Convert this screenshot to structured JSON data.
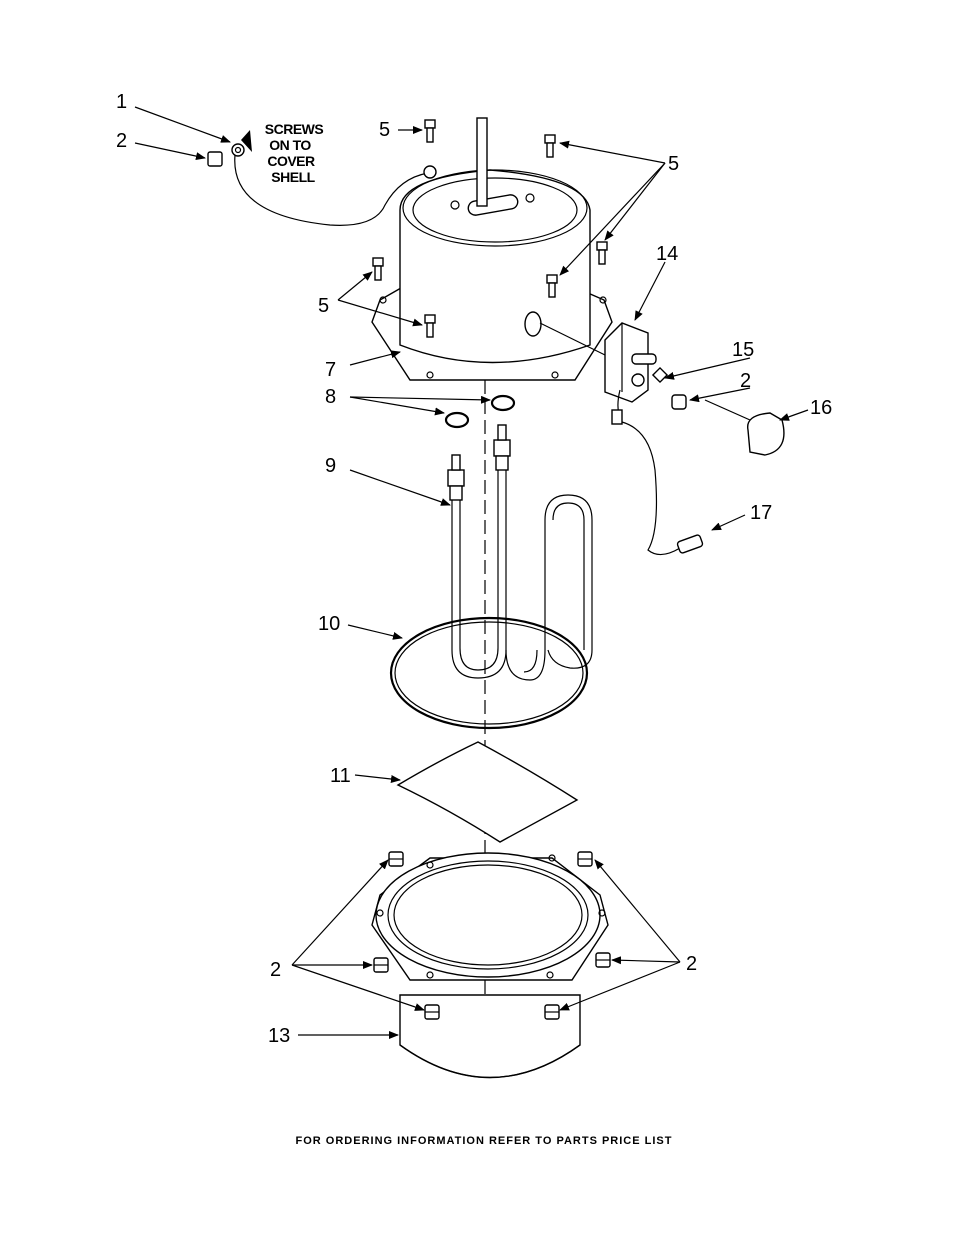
{
  "note": {
    "lines": [
      "SCREWS",
      "ON TO",
      "COVER",
      "SHELL"
    ]
  },
  "callouts": {
    "c1": "1",
    "c2a": "2",
    "c5a": "5",
    "c5b": "5",
    "c5c": "5",
    "c14": "14",
    "c15": "15",
    "c2b": "2",
    "c16": "16",
    "c7": "7",
    "c8": "8",
    "c9": "9",
    "c17": "17",
    "c10": "10",
    "c11": "11",
    "c2c": "2",
    "c2d": "2",
    "c13": "13"
  },
  "footer": "FOR ORDERING INFORMATION REFER TO PARTS PRICE LIST"
}
